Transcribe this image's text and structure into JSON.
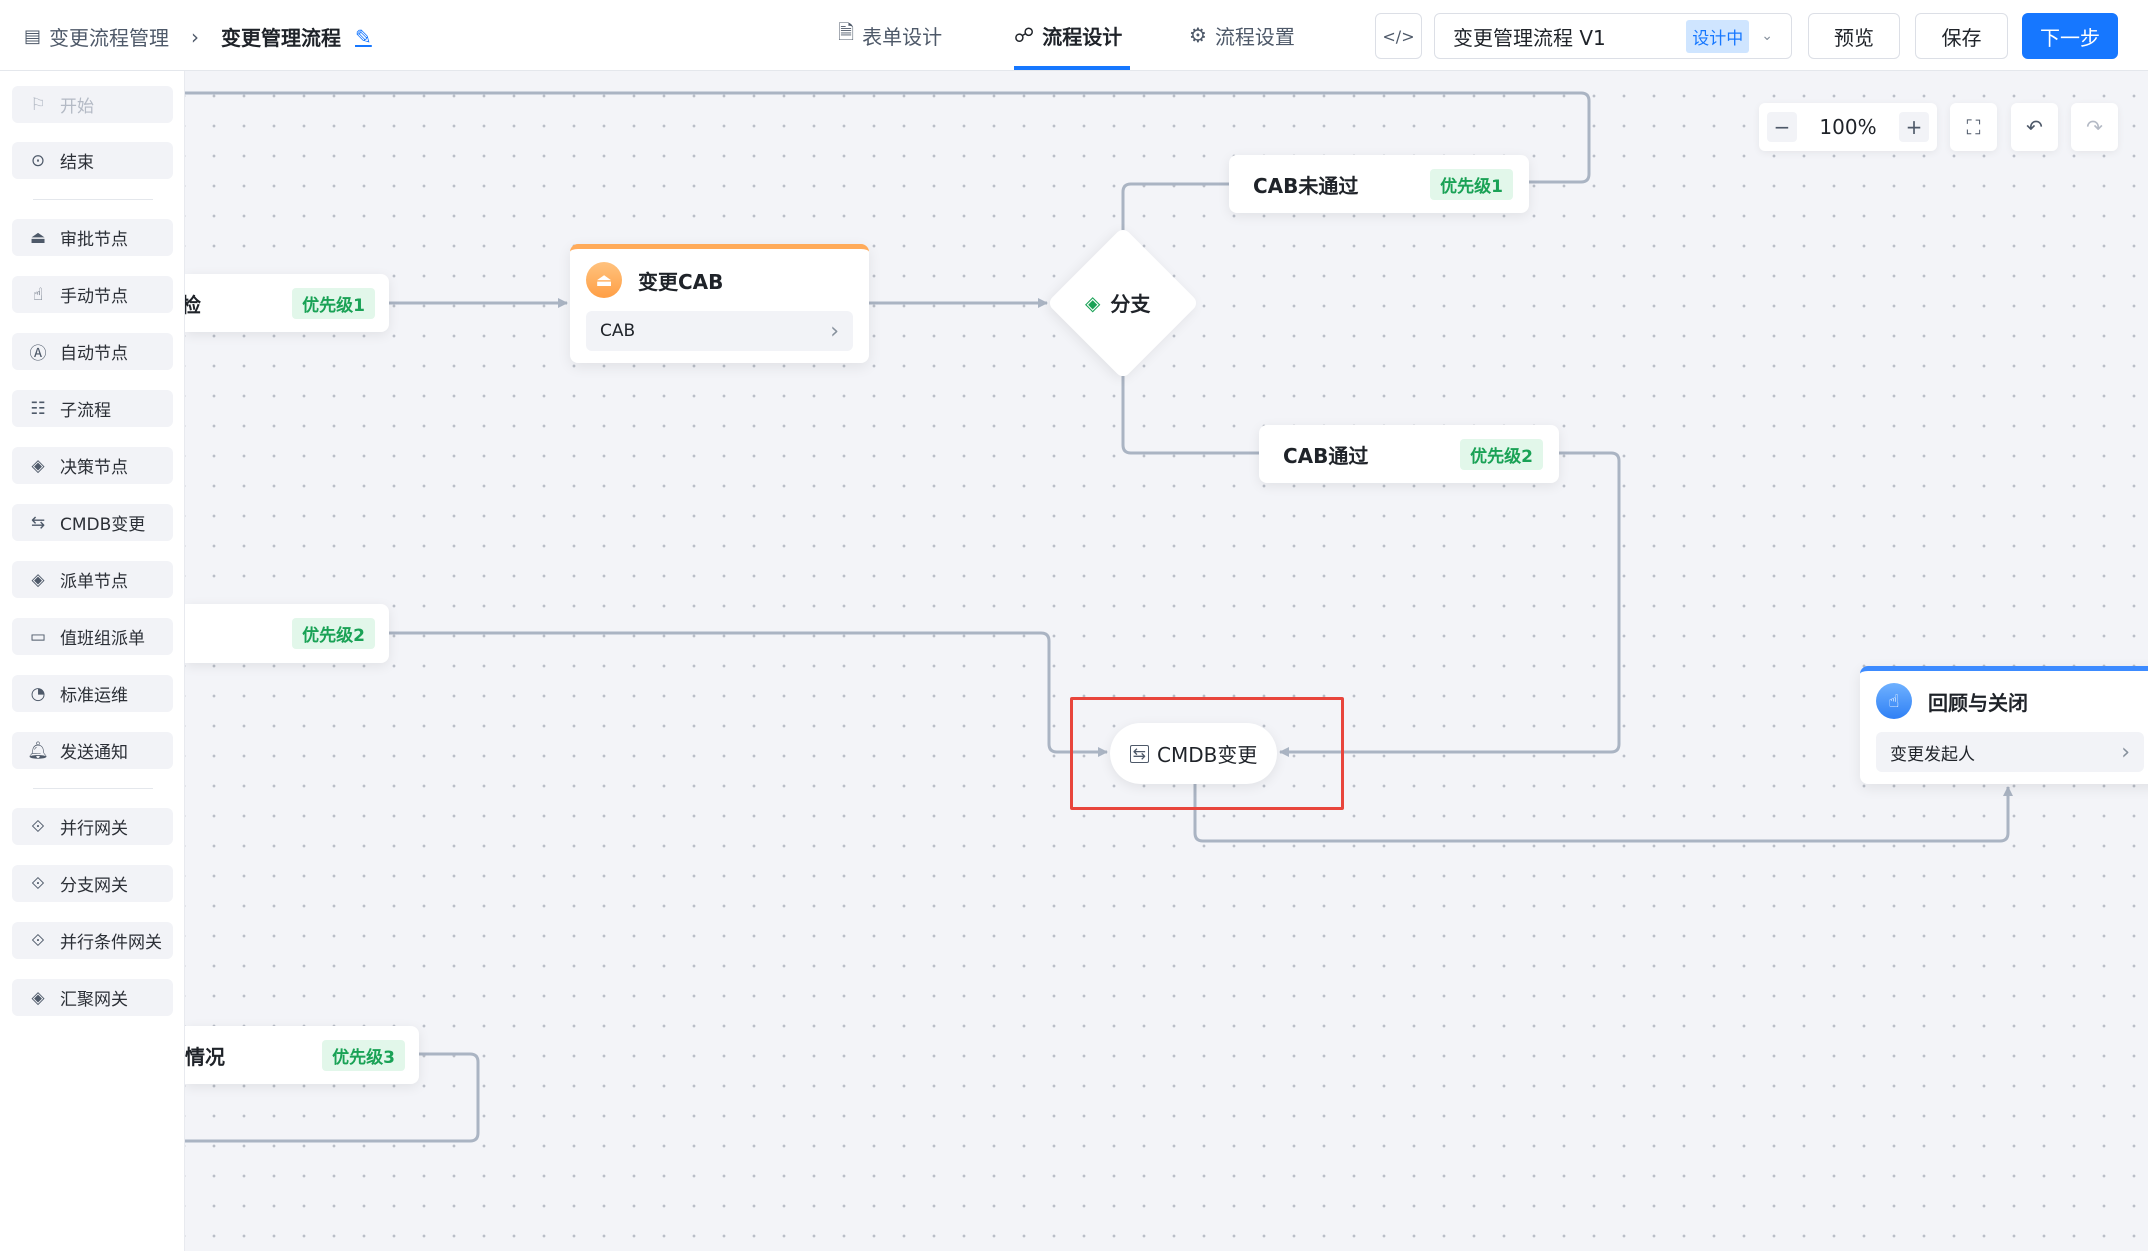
{
  "header": {
    "breadcrumb_parent": "变更流程管理",
    "breadcrumb_current": "变更管理流程",
    "tabs": [
      {
        "label": "表单设计"
      },
      {
        "label": "流程设计"
      },
      {
        "label": "流程设置"
      }
    ],
    "version_select": "变更管理流程 V1",
    "status_badge": "设计中",
    "preview": "预览",
    "save": "保存",
    "next": "下一步"
  },
  "sidebar": {
    "items": [
      {
        "label": "开始"
      },
      {
        "label": "结束"
      },
      {
        "label": "审批节点"
      },
      {
        "label": "手动节点"
      },
      {
        "label": "自动节点"
      },
      {
        "label": "子流程"
      },
      {
        "label": "决策节点"
      },
      {
        "label": "CMDB变更"
      },
      {
        "label": "派单节点"
      },
      {
        "label": "值班组派单"
      },
      {
        "label": "标准运维"
      },
      {
        "label": "发送通知"
      },
      {
        "label": "并行网关"
      },
      {
        "label": "分支网关"
      },
      {
        "label": "并行条件网关"
      },
      {
        "label": "汇聚网关"
      }
    ]
  },
  "zoom": {
    "level": "100%",
    "minus": "−",
    "plus": "+"
  },
  "canvas": {
    "node_left1": {
      "title": "检",
      "tag": "优先级1"
    },
    "node_left2": {
      "tag": "优先级2"
    },
    "node_left3": {
      "title": "情况",
      "tag": "优先级3"
    },
    "cab_card": {
      "title": "变更CAB",
      "assignee": "CAB"
    },
    "branch": {
      "title": "分支"
    },
    "cab_reject": {
      "title": "CAB未通过",
      "tag": "优先级1"
    },
    "cab_pass": {
      "title": "CAB通过",
      "tag": "优先级2"
    },
    "cmdb": {
      "title": "CMDB变更"
    },
    "review_card": {
      "title": "回顾与关闭",
      "assignee": "变更发起人"
    }
  },
  "colors": {
    "primary": "#1677ff",
    "highlight": "#e8453c",
    "orange": "#ffab5a",
    "green": "#1aa256"
  }
}
